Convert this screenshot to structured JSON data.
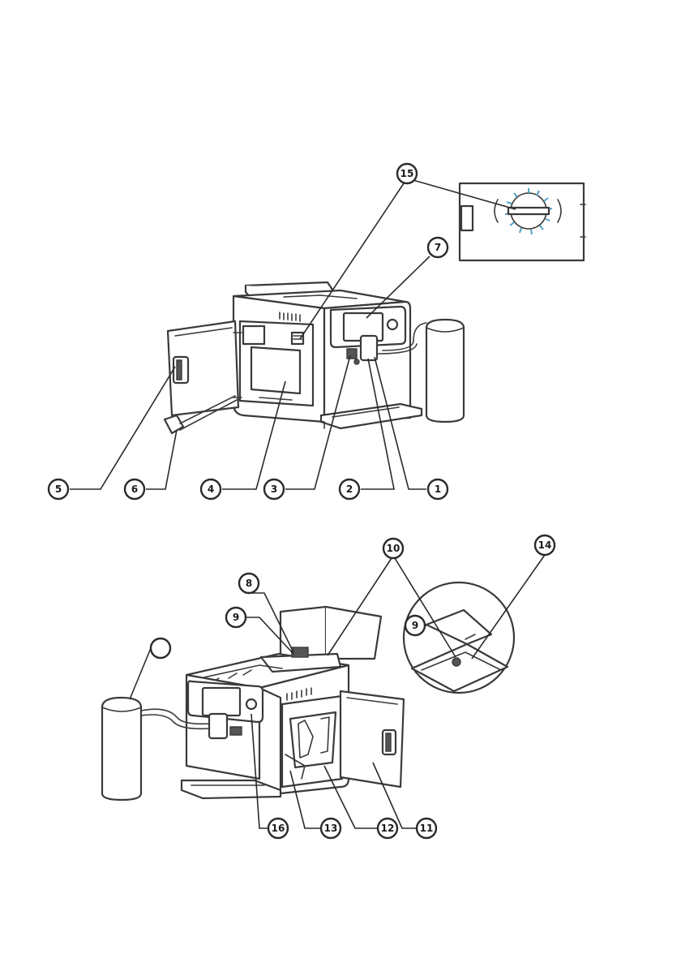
{
  "diagram": {
    "callouts": [
      {
        "id": "c1",
        "label": "1"
      },
      {
        "id": "c2",
        "label": "2"
      },
      {
        "id": "c3",
        "label": "3"
      },
      {
        "id": "c4",
        "label": "4"
      },
      {
        "id": "c5",
        "label": "5"
      },
      {
        "id": "c6",
        "label": "6"
      },
      {
        "id": "c7",
        "label": "7"
      },
      {
        "id": "c15",
        "label": "15"
      },
      {
        "id": "c8",
        "label": "8"
      },
      {
        "id": "c9a",
        "label": "9"
      },
      {
        "id": "c9b",
        "label": "9"
      },
      {
        "id": "c10",
        "label": "10"
      },
      {
        "id": "c14",
        "label": "14"
      },
      {
        "id": "c11",
        "label": "11"
      },
      {
        "id": "c12",
        "label": "12"
      },
      {
        "id": "c13",
        "label": "13"
      },
      {
        "id": "c16",
        "label": "16"
      },
      {
        "id": "cblank",
        "label": ""
      }
    ],
    "colors": {
      "line": "#3a3a3a",
      "highlight": "#4fa3c7"
    }
  }
}
